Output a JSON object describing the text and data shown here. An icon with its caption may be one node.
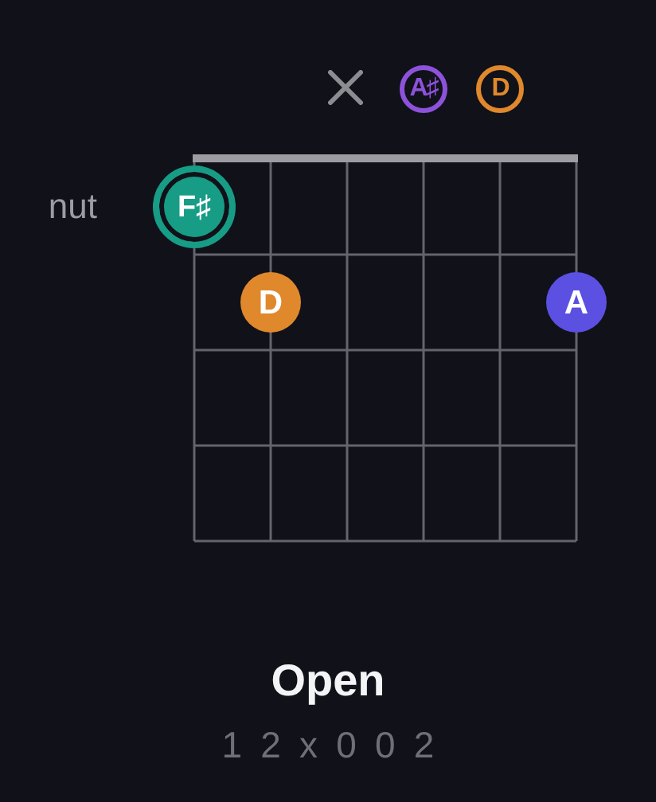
{
  "diagram": {
    "title": "Open",
    "nodes": [
      {
        "text": [
          "A♯"
        ]
      },
      {
        "text": [
          "D"
        ]
      },
      {
        "text": [
          "F♯"
        ]
      },
      {
        "text": [
          "D"
        ]
      },
      {
        "text": [
          "A"
        ]
      }
    ],
    "labels": [
      "nut",
      "1 2 x 0 0 2"
    ]
  }
}
